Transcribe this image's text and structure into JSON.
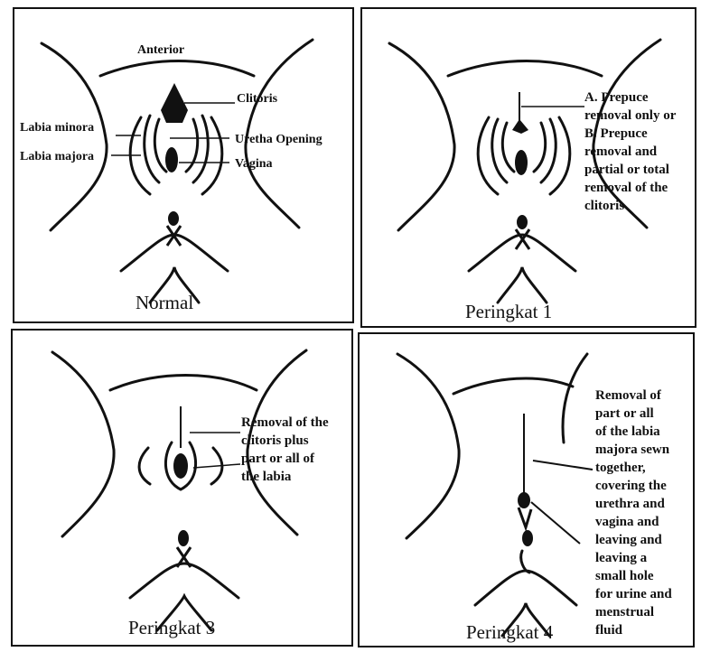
{
  "panels": [
    {
      "caption": "Normal",
      "labels": {
        "anterior": "Anterior",
        "clitoris": "Clitoris",
        "labia_minora": "Labia minora",
        "uretha_opening": "Uretha Opening",
        "labia_majora": "Labia majora",
        "vagina": "Vagina"
      }
    },
    {
      "caption": "Peringkat 1",
      "description": "A. Prepuce\nremoval only or\nB. Prepuce\nremoval and\npartial or total\nremoval of the\nclitoris"
    },
    {
      "caption": "Peringkat 3",
      "description": "Removal of the\nclitoris plus\npart or all of\nthe labia"
    },
    {
      "caption": "Peringkat 4",
      "description": "Removal of\npart or all\nof the labia\nmajora sewn\ntogether,\ncovering the\nurethra and\nvagina and\nleaving and\nleaving a\nsmall hole\nfor urine and\nmenstrual\nfluid"
    }
  ]
}
